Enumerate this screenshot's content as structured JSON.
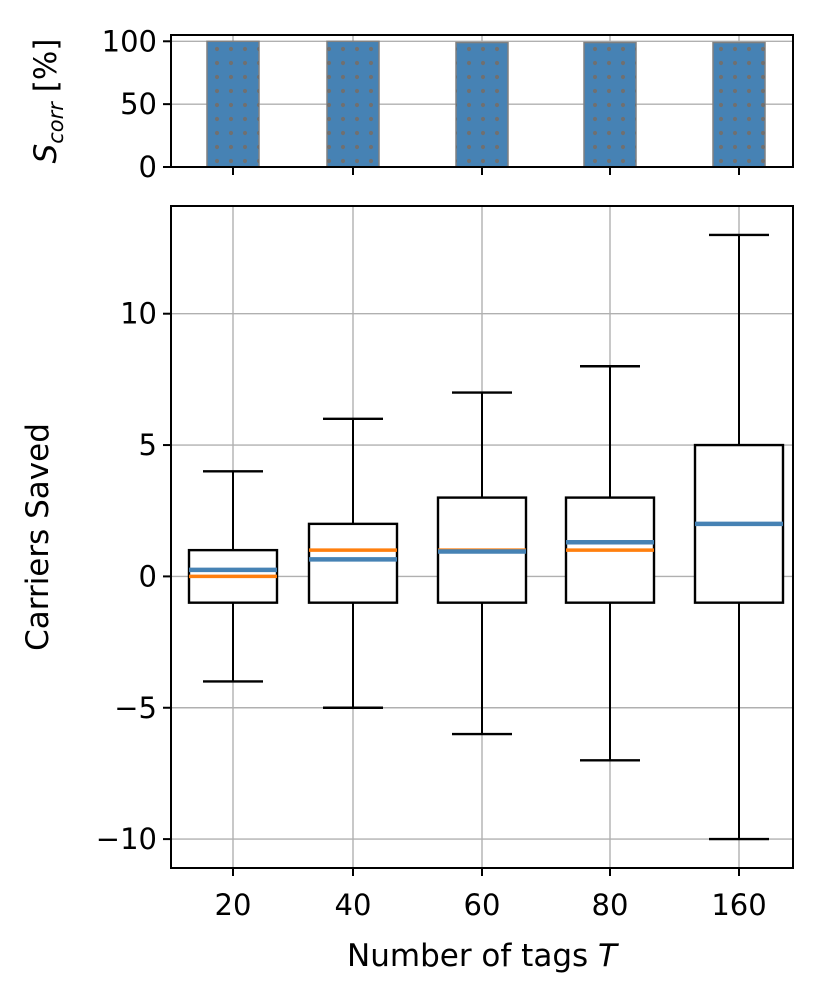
{
  "colors": {
    "bar_fill": "#4682b4",
    "bar_edge": "#808080",
    "hatch_dot": "#707070",
    "median": "#ff7f0e",
    "mean": "#4682b4",
    "box": "#000000",
    "grid": "#b0b0b0"
  },
  "chart_data": [
    {
      "type": "bar",
      "categories": [
        "20",
        "40",
        "60",
        "80",
        "160"
      ],
      "values": [
        100,
        100,
        99,
        99,
        99
      ],
      "ylabel_base": "S",
      "ylabel_sub": "corr",
      "ylabel_rest": " [%]",
      "yticks": [
        "0",
        "50",
        "100"
      ],
      "ylim": [
        0,
        105
      ],
      "grid": true,
      "bar_pattern": "dots"
    },
    {
      "type": "box",
      "categories": [
        "20",
        "40",
        "60",
        "80",
        "160"
      ],
      "series": [
        {
          "category": "20",
          "whisker_low": -4,
          "q1": -1,
          "median": 0,
          "mean": 0.25,
          "q3": 1,
          "whisker_high": 4
        },
        {
          "category": "40",
          "whisker_low": -5,
          "q1": -1,
          "median": 1,
          "mean": 0.65,
          "q3": 2,
          "whisker_high": 6
        },
        {
          "category": "60",
          "whisker_low": -6,
          "q1": -1,
          "median": 1,
          "mean": 0.95,
          "q3": 3,
          "whisker_high": 7
        },
        {
          "category": "80",
          "whisker_low": -7,
          "q1": -1,
          "median": 1,
          "mean": 1.3,
          "q3": 3,
          "whisker_high": 8
        },
        {
          "category": "160",
          "whisker_low": -10,
          "q1": -1,
          "median": 2,
          "mean": 2,
          "q3": 5,
          "whisker_high": 13
        }
      ],
      "ylabel": "Carriers Saved",
      "xlabel_prefix": "Number of tags ",
      "xlabel_var": "T",
      "yticks": [
        "−10",
        "−5",
        "0",
        "5",
        "10"
      ],
      "ytick_values": [
        -10,
        -5,
        0,
        5,
        10
      ],
      "ylim": [
        -11.1,
        14.1
      ],
      "grid": true
    }
  ]
}
